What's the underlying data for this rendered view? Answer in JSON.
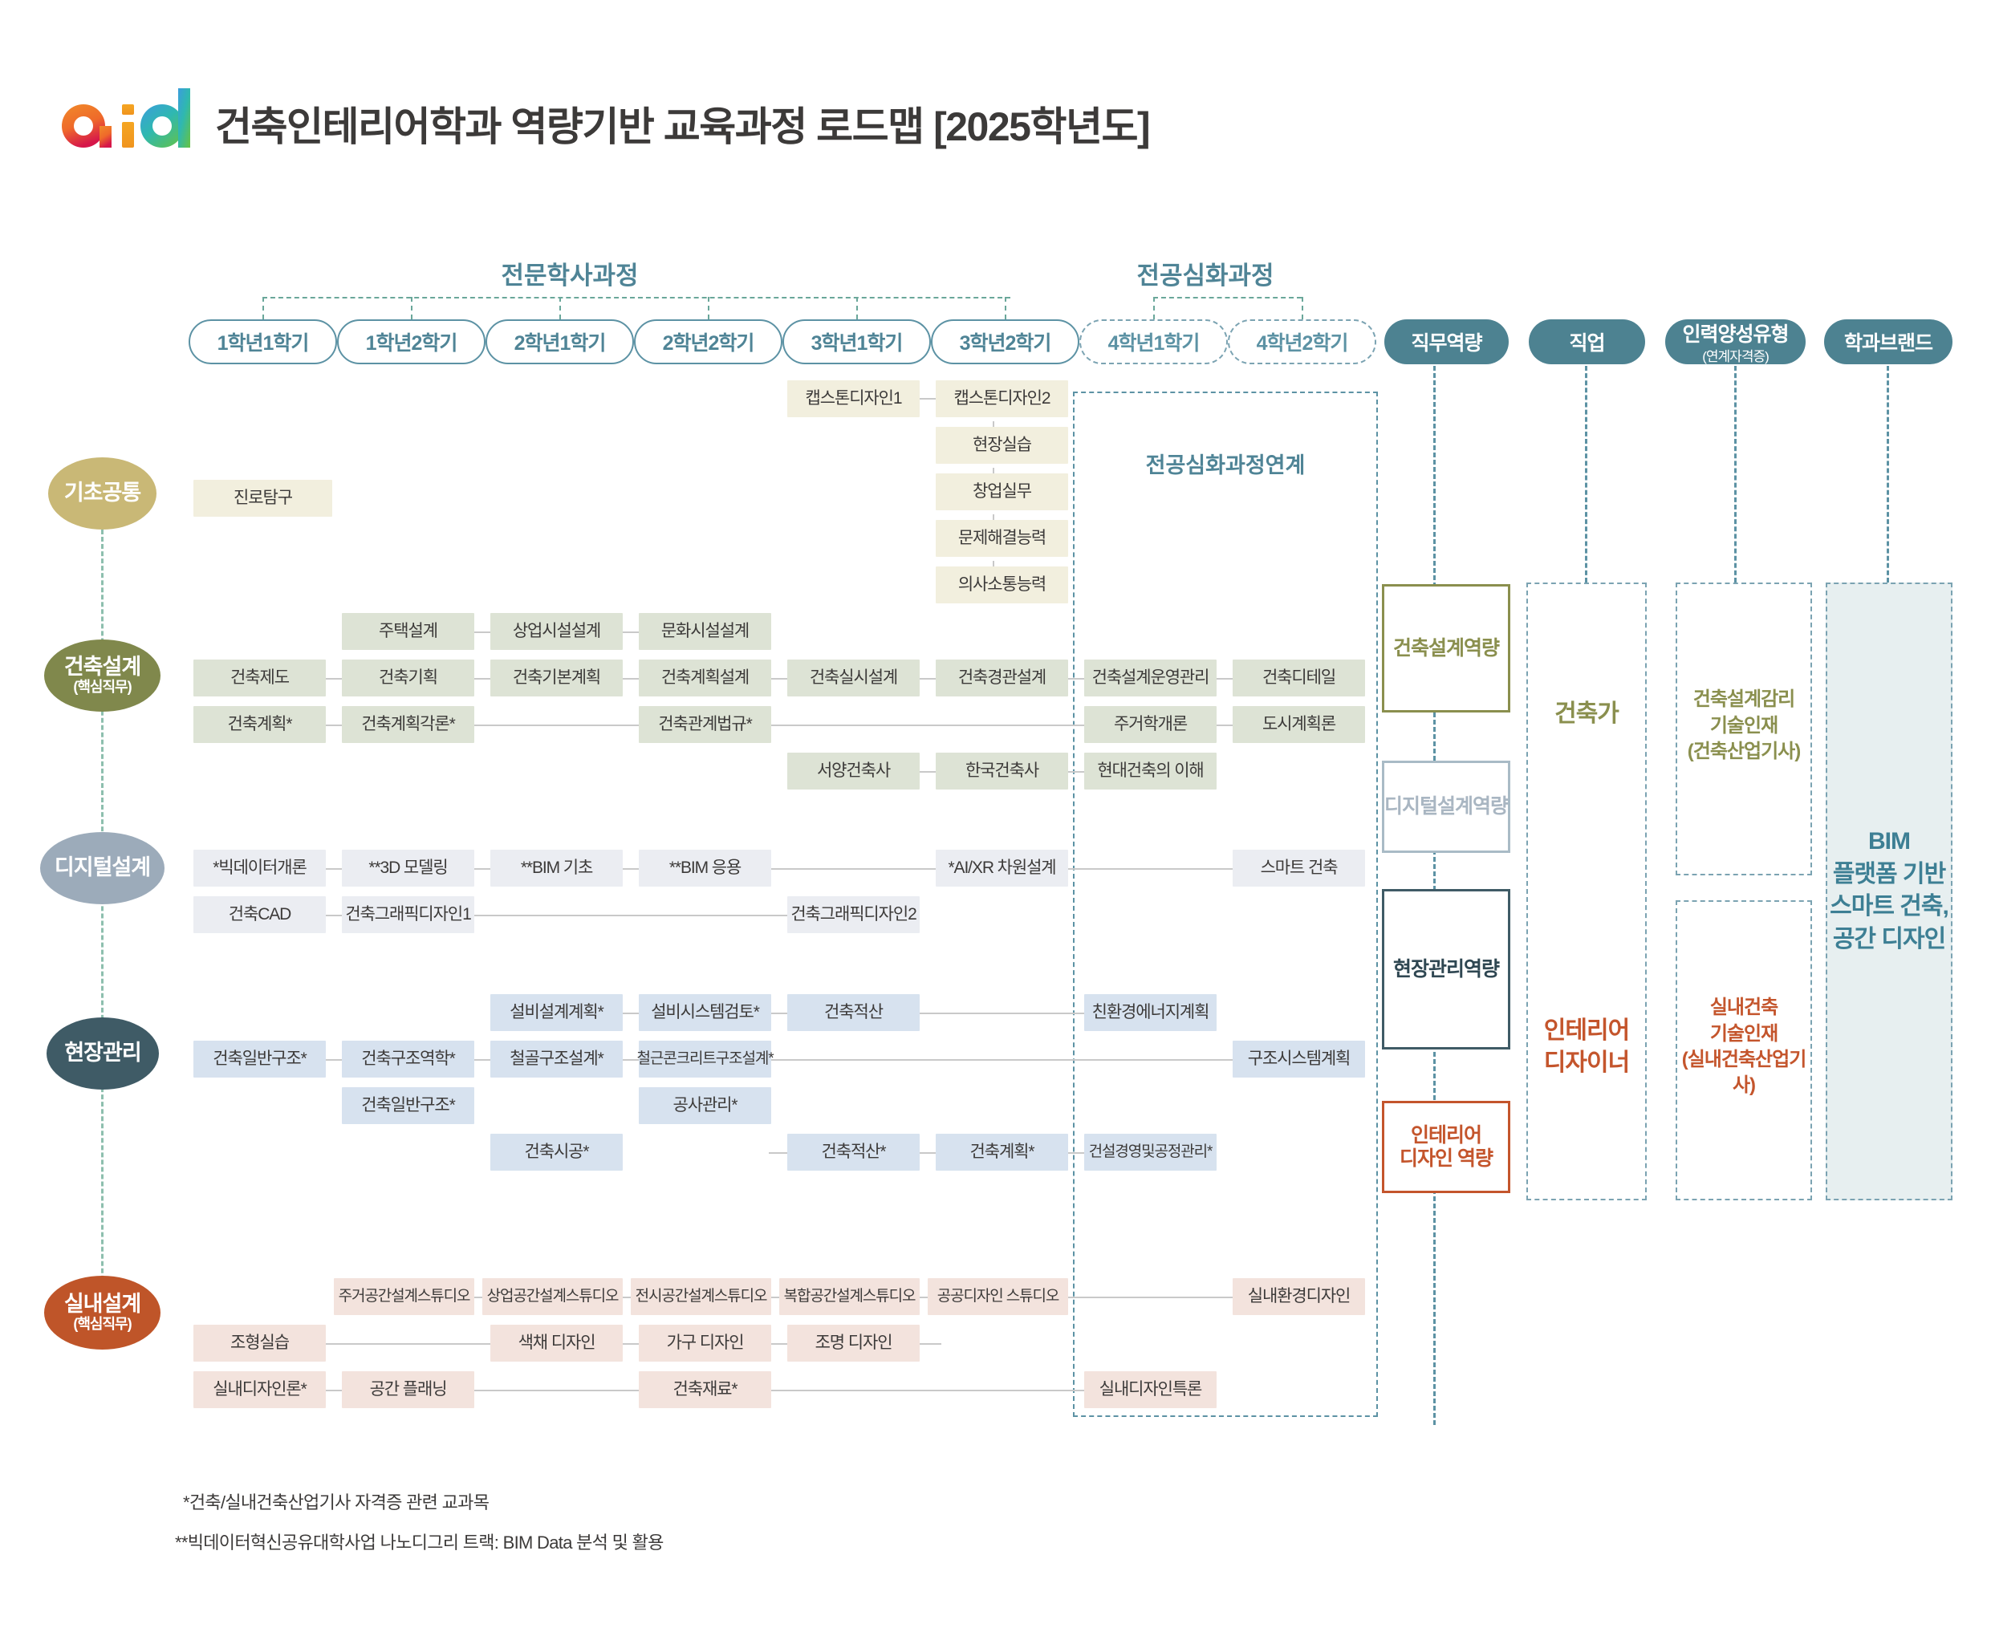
{
  "header": {
    "logo_text": "aid",
    "title": "건축인테리어학과 역량기반 교육과정 로드맵 [2025학년도]"
  },
  "track_groups": {
    "associate": "전문학사과정",
    "deep_major": "전공심화과정"
  },
  "semesters": [
    {
      "label": "1학년1학기",
      "style": "outline"
    },
    {
      "label": "1학년2학기",
      "style": "outline"
    },
    {
      "label": "2학년1학기",
      "style": "outline"
    },
    {
      "label": "2학년2학기",
      "style": "outline"
    },
    {
      "label": "3학년1학기",
      "style": "outline"
    },
    {
      "label": "3학년2학기",
      "style": "outline"
    },
    {
      "label": "4학년1학기",
      "style": "dashed"
    },
    {
      "label": "4학년2학기",
      "style": "dashed"
    }
  ],
  "right_headers": [
    {
      "label": "직무역량",
      "sub": ""
    },
    {
      "label": "직업",
      "sub": ""
    },
    {
      "label": "인력양성유형",
      "sub": "(연계자격증)"
    },
    {
      "label": "학과브랜드",
      "sub": ""
    }
  ],
  "deep_major_link_label": "전공심화과정연계",
  "row_labels": [
    {
      "name": "기초공통",
      "sub": "",
      "color": "#c9b876"
    },
    {
      "name": "건축설계",
      "sub": "(핵심직무)",
      "color": "#80884c"
    },
    {
      "name": "디지털설계",
      "sub": "",
      "color": "#9cabba"
    },
    {
      "name": "현장관리",
      "sub": "",
      "color": "#3f5b66"
    },
    {
      "name": "실내설계",
      "sub": "(핵심직무)",
      "color": "#bf5529"
    }
  ],
  "courses": {
    "basic": [
      {
        "label": "진로탐구",
        "col": 1,
        "line": 2
      },
      {
        "label": "캡스톤디자인1",
        "col": 5,
        "line": 0
      },
      {
        "label": "캡스톤디자인2",
        "col": 6,
        "line": 0
      },
      {
        "label": "현장실습",
        "col": 6,
        "line": 1
      },
      {
        "label": "창업실무",
        "col": 6,
        "line": 2
      },
      {
        "label": "문제해결능력",
        "col": 6,
        "line": 3
      },
      {
        "label": "의사소통능력",
        "col": 6,
        "line": 4
      }
    ],
    "arch_design": [
      {
        "label": "주택설계",
        "col": 2,
        "line": 0
      },
      {
        "label": "상업시설설계",
        "col": 3,
        "line": 0
      },
      {
        "label": "문화시설설계",
        "col": 4,
        "line": 0
      },
      {
        "label": "건축제도",
        "col": 1,
        "line": 1
      },
      {
        "label": "건축기획",
        "col": 2,
        "line": 1
      },
      {
        "label": "건축기본계획",
        "col": 3,
        "line": 1
      },
      {
        "label": "건축계획설계",
        "col": 4,
        "line": 1
      },
      {
        "label": "건축실시설계",
        "col": 5,
        "line": 1
      },
      {
        "label": "건축경관설계",
        "col": 6,
        "line": 1
      },
      {
        "label": "건축설계운영관리",
        "col": 7,
        "line": 1
      },
      {
        "label": "건축디테일",
        "col": 8,
        "line": 1
      },
      {
        "label": "건축계획*",
        "col": 1,
        "line": 2
      },
      {
        "label": "건축계획각론*",
        "col": 2,
        "line": 2
      },
      {
        "label": "건축관계법규*",
        "col": 4,
        "line": 2
      },
      {
        "label": "주거학개론",
        "col": 7,
        "line": 2
      },
      {
        "label": "도시계획론",
        "col": 8,
        "line": 2
      },
      {
        "label": "서양건축사",
        "col": 5,
        "line": 3
      },
      {
        "label": "한국건축사",
        "col": 6,
        "line": 3
      },
      {
        "label": "현대건축의 이해",
        "col": 7,
        "line": 3
      }
    ],
    "digital_design": [
      {
        "label": "*빅데이터개론",
        "col": 1,
        "line": 0
      },
      {
        "label": "**3D 모델링",
        "col": 2,
        "line": 0
      },
      {
        "label": "**BIM 기초",
        "col": 3,
        "line": 0
      },
      {
        "label": "**BIM 응용",
        "col": 4,
        "line": 0
      },
      {
        "label": "*AI/XR 차원설계",
        "col": 6,
        "line": 0
      },
      {
        "label": "스마트 건축",
        "col": 8,
        "line": 0
      },
      {
        "label": "건축CAD",
        "col": 1,
        "line": 1
      },
      {
        "label": "건축그래픽디자인1",
        "col": 2,
        "line": 1
      },
      {
        "label": "건축그래픽디자인2",
        "col": 5,
        "line": 1
      }
    ],
    "site_management": [
      {
        "label": "설비설계계획*",
        "col": 3,
        "line": 0
      },
      {
        "label": "설비시스템검토*",
        "col": 4,
        "line": 0
      },
      {
        "label": "건축적산",
        "col": 5,
        "line": 0
      },
      {
        "label": "친환경에너지계획",
        "col": 7,
        "line": 0
      },
      {
        "label": "건축일반구조*",
        "col": 1,
        "line": 1
      },
      {
        "label": "건축구조역학*",
        "col": 2,
        "line": 1
      },
      {
        "label": "철골구조설계*",
        "col": 3,
        "line": 1
      },
      {
        "label": "철근콘크리트구조설계*",
        "col": 4,
        "line": 1
      },
      {
        "label": "구조시스템계획",
        "col": 8,
        "line": 1
      },
      {
        "label": "건축일반구조*",
        "col": 2,
        "line": 2
      },
      {
        "label": "공사관리*",
        "col": 4,
        "line": 2
      },
      {
        "label": "건축시공*",
        "col": 3,
        "line": 3
      },
      {
        "label": "건축적산*",
        "col": 5,
        "line": 3
      },
      {
        "label": "건축계획*",
        "col": 6,
        "line": 3
      },
      {
        "label": "건설경영및공정관리*",
        "col": 7,
        "line": 3
      }
    ],
    "interior_design": [
      {
        "label": "주거공간설계스튜디오",
        "col": 2,
        "line": 0
      },
      {
        "label": "상업공간설계스튜디오",
        "col": 3,
        "line": 0
      },
      {
        "label": "전시공간설계스튜디오",
        "col": 4,
        "line": 0
      },
      {
        "label": "복합공간설계스튜디오",
        "col": 5,
        "line": 0
      },
      {
        "label": "공공디자인 스튜디오",
        "col": 6,
        "line": 0
      },
      {
        "label": "실내환경디자인",
        "col": 8,
        "line": 0
      },
      {
        "label": "조형실습",
        "col": 1,
        "line": 1
      },
      {
        "label": "색채 디자인",
        "col": 3,
        "line": 1
      },
      {
        "label": "가구 디자인",
        "col": 4,
        "line": 1
      },
      {
        "label": "조명 디자인",
        "col": 5,
        "line": 1
      },
      {
        "label": "실내디자인론*",
        "col": 1,
        "line": 2
      },
      {
        "label": "공간 플래닝",
        "col": 2,
        "line": 2
      },
      {
        "label": "건축재료*",
        "col": 4,
        "line": 2
      },
      {
        "label": "실내디자인특론",
        "col": 7,
        "line": 2
      }
    ]
  },
  "competencies": [
    {
      "label": "건축설계역량",
      "style": "arch"
    },
    {
      "label": "디지털설계역량",
      "style": "digital"
    },
    {
      "label": "현장관리역량",
      "style": "site"
    },
    {
      "label": "인테리어\n디자인 역량",
      "style": "interior"
    }
  ],
  "careers": [
    {
      "label": "건축가",
      "style": "olive"
    },
    {
      "label": "인테리어\n디자이너",
      "style": "rust"
    }
  ],
  "talent_types": [
    {
      "label": "건축설계감리\n기술인재",
      "sub": "(건축산업기사)",
      "style": "olive"
    },
    {
      "label": "실내건축\n기술인재",
      "sub": "(실내건축산업기사)",
      "style": "rust"
    }
  ],
  "brand": {
    "lines": [
      "BIM",
      "플랫폼 기반",
      "스마트 건축,",
      "공간 디자인"
    ]
  },
  "footnotes": [
    "*건축/실내건축산업기사 자격증 관련 교과목",
    "**빅데이터혁신공유대학사업 나노디그리 트랙: BIM Data 분석 및 활용"
  ],
  "colors": {
    "teal": "#4d8291",
    "teal_line": "#5c92a4",
    "green_dash": "#6aa79a",
    "base_chip": "#f2efde",
    "arch_chip": "#dde3d5",
    "digital_chip": "#ebedf2",
    "site_chip": "#d7e2ef",
    "interior_chip": "#f3e3dd",
    "olive": "#8a8f4e",
    "rust": "#c4552c",
    "brand_blue": "#3d7f94",
    "brand_bg": "#e7eff0"
  }
}
